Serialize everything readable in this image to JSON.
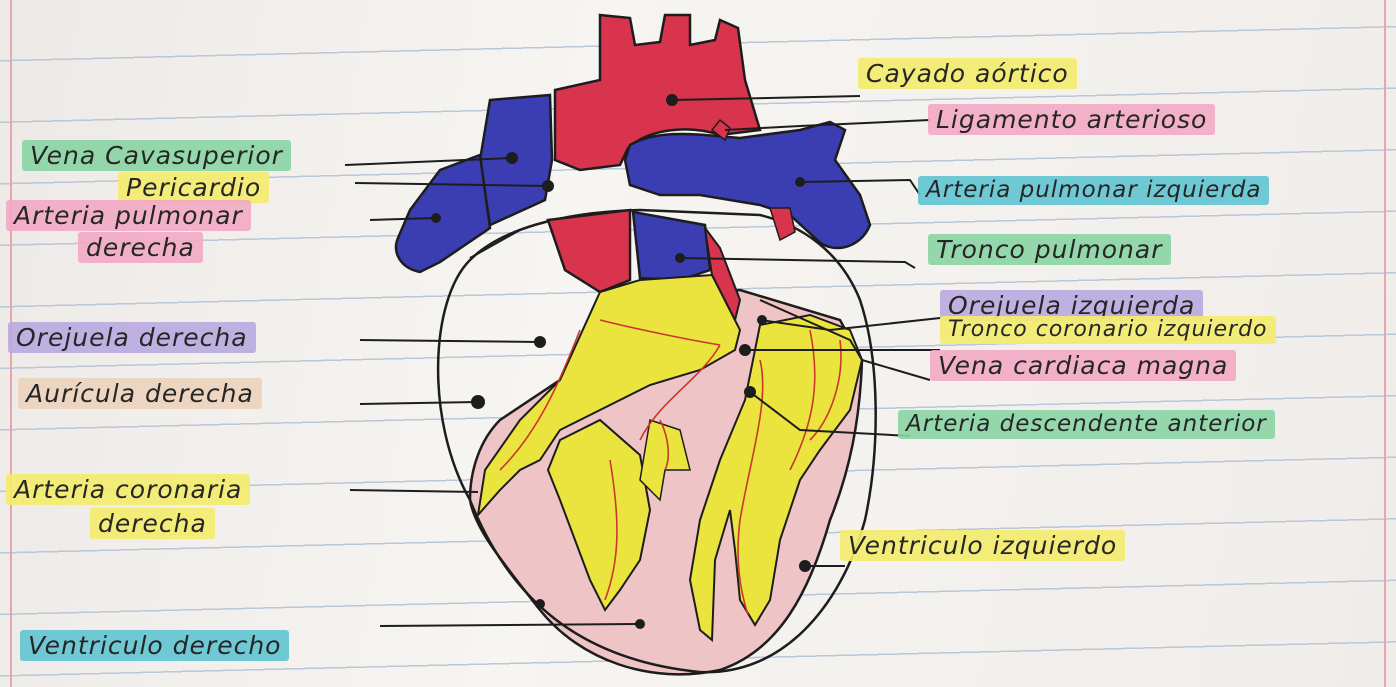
{
  "labels": {
    "cayado": "Cayado aórtico",
    "ligamento": "Ligamento arterioso",
    "vena_cava": "Vena Cavasuperior",
    "pericardio": "Pericardio",
    "arteria_pulmonar_der_1": "Arteria pulmonar",
    "arteria_pulmonar_der_2": "derecha",
    "arteria_pulmonar_izq": "Arteria pulmonar izquierda",
    "tronco_pulmonar": "Tronco pulmonar",
    "orejuela_izq": "Orejuela izquierda",
    "tronco_coronario_izq": "Tronco coronario izquierdo",
    "vena_cardiaca": "Vena cardiaca magna",
    "orejuela_der": "Orejuela derecha",
    "auricula_der": "Aurícula derecha",
    "arteria_desc": "Arteria descendente anterior",
    "arteria_coronaria_1": "Arteria coronaria",
    "arteria_coronaria_2": "derecha",
    "ventriculo_izq": "Ventriculo izquierdo",
    "ventriculo_der": "Ventriculo derecho"
  },
  "colors": {
    "aorta_red": "#d8344e",
    "vein_blue": "#3a3eb2",
    "coronary_yellow": "#ece43e",
    "muscle_pink": "#f0c9c9",
    "outline": "#1d1d1d",
    "vessel_line": "#c8392c"
  }
}
